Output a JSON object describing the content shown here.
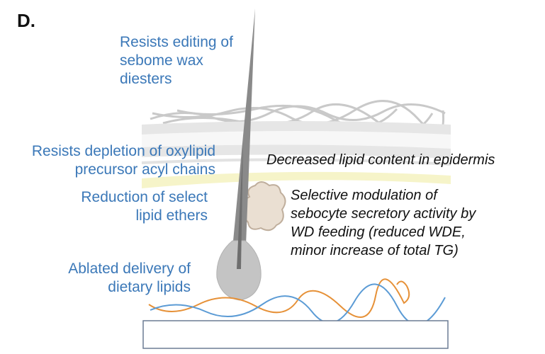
{
  "panel_label": "D.",
  "labels_left": {
    "wax_diesters_line1": "Resists editing of",
    "wax_diesters_line2": "sebome wax",
    "wax_diesters_line3": "diesters",
    "oxylipid_line1": "Resists depletion of oxylipid",
    "oxylipid_line2": "precursor acyl chains",
    "ethers_line1": "Reduction of select",
    "ethers_line2": "lipid ethers",
    "dietary_line1": "Ablated delivery of",
    "dietary_line2": "dietary lipids"
  },
  "labels_right": {
    "epidermis": "Decreased lipid content in epidermis",
    "sebocyte_line1": "Selective modulation of",
    "sebocyte_line2": "sebocyte secretory activity by",
    "sebocyte_line3": "WD feeding (reduced WDE,",
    "sebocyte_line4": "minor increase of total TG)"
  },
  "colors": {
    "annotation_blue": "#3b78b8",
    "annotation_black": "#111111",
    "hair": "#8a8a8a",
    "epidermis_band": "#e4e4e4",
    "lipid_band": "#f3f1b8",
    "sebaceous_gland": "#eadfd2",
    "vessel_orange": "#e69138",
    "vessel_blue": "#5b9bd5"
  }
}
